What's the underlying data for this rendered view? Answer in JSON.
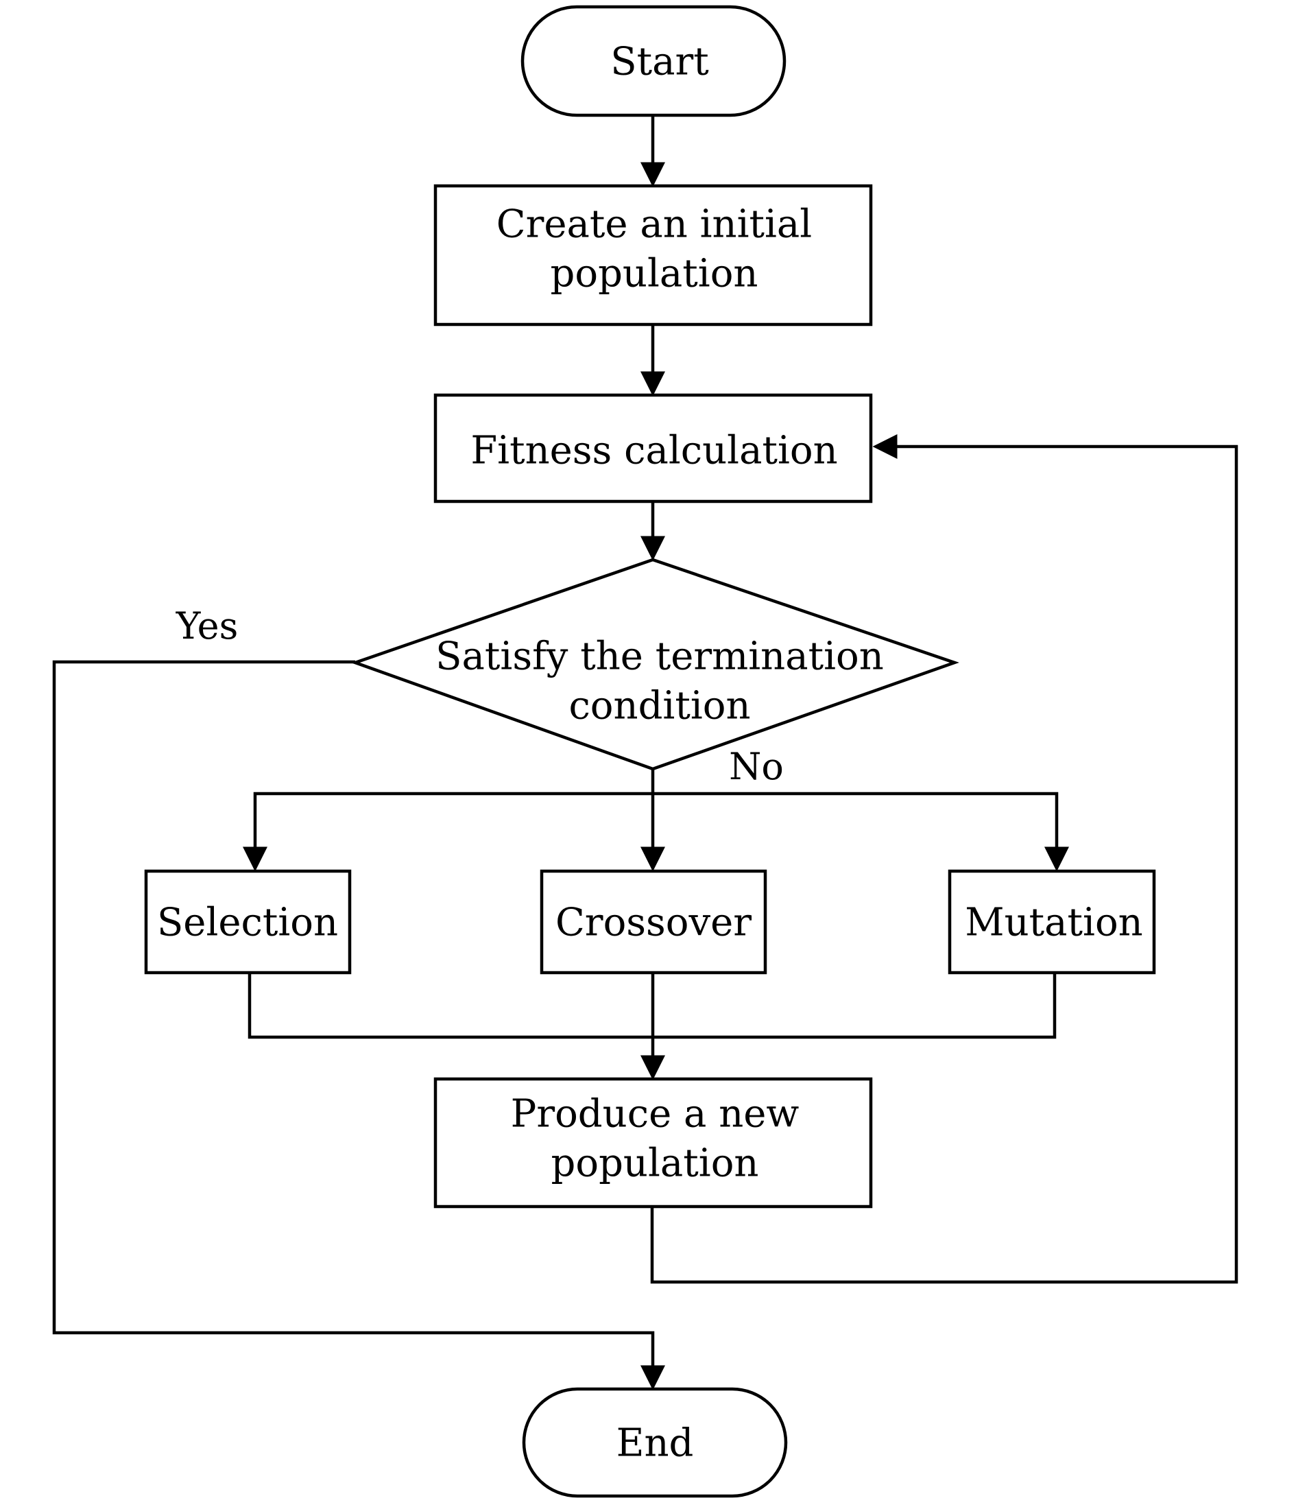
{
  "nodes": {
    "start": {
      "label": "Start"
    },
    "init": {
      "line1": "Create an initial",
      "line2": "population"
    },
    "fitness": {
      "label": "Fitness calculation"
    },
    "decision": {
      "line1": "Satisfy the termination",
      "line2": "condition"
    },
    "selection": {
      "label": "Selection"
    },
    "crossover": {
      "label": "Crossover"
    },
    "mutation": {
      "label": "Mutation"
    },
    "produce": {
      "line1": "Produce a new",
      "line2": "population"
    },
    "end": {
      "label": "End"
    }
  },
  "edges": {
    "yes_label": "Yes",
    "no_label": "No"
  },
  "colors": {
    "stroke": "#000000",
    "background": "#ffffff"
  }
}
